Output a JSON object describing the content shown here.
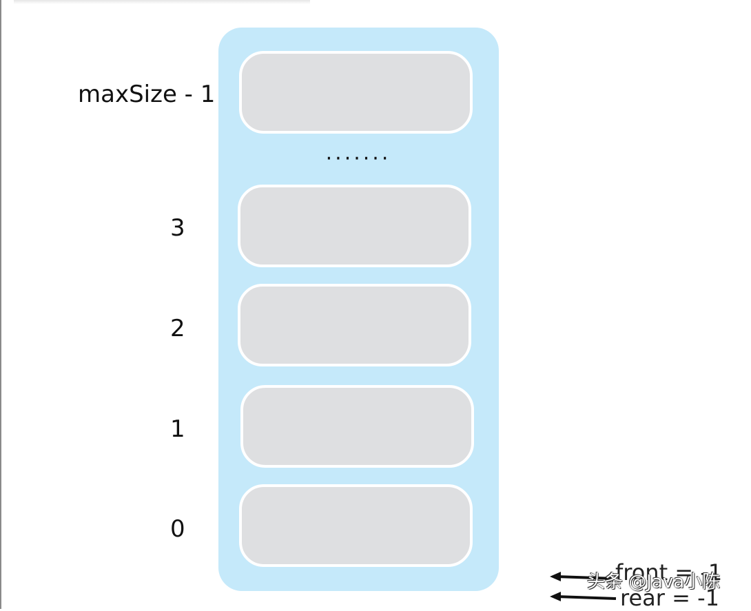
{
  "diagram": {
    "index_labels": {
      "top": "maxSize - 1",
      "i3": "3",
      "i2": "2",
      "i1": "1",
      "i0": "0"
    },
    "ellipsis": "·······",
    "pointers": {
      "front": "front = -1",
      "rear": "rear = -1"
    },
    "watermark": "头条 @Java小陈",
    "colors": {
      "container": "#c5e9fa",
      "slot": "#dedfe1",
      "slot_border": "#ffffff",
      "text": "#111111"
    }
  }
}
